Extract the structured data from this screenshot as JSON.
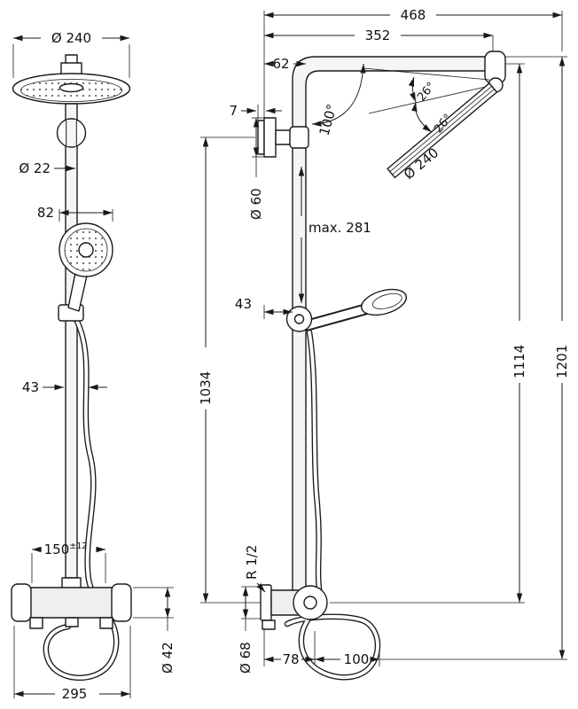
{
  "drawing": {
    "front_view": {
      "head_diameter": "Ø 240",
      "pipe_diameter": "Ø 22",
      "handshower_diameter": "82",
      "hose_offset": "43",
      "connection_width": "150",
      "connection_tolerance": "±12",
      "valve_diameter": "Ø 42",
      "overall_width": "295"
    },
    "side_view": {
      "overall_depth": "468",
      "arm_reach": "352",
      "pipe_offset": "62",
      "plate_thickness": "7",
      "arm_angle": "100°",
      "tilt_angle_upper": "26°",
      "tilt_angle_lower": "26°",
      "head_diameter": "Ø 240",
      "escutcheon_diameter": "Ø 60",
      "max_adjustment": "max. 281",
      "wall_clearance": "43",
      "height_to_bracket": "1034",
      "height_to_arm": "1114",
      "overall_height": "1201",
      "thread_size": "R 1/2",
      "valve_escutcheon": "Ø 68",
      "valve_depth": "78",
      "hose_depth": "100"
    }
  }
}
